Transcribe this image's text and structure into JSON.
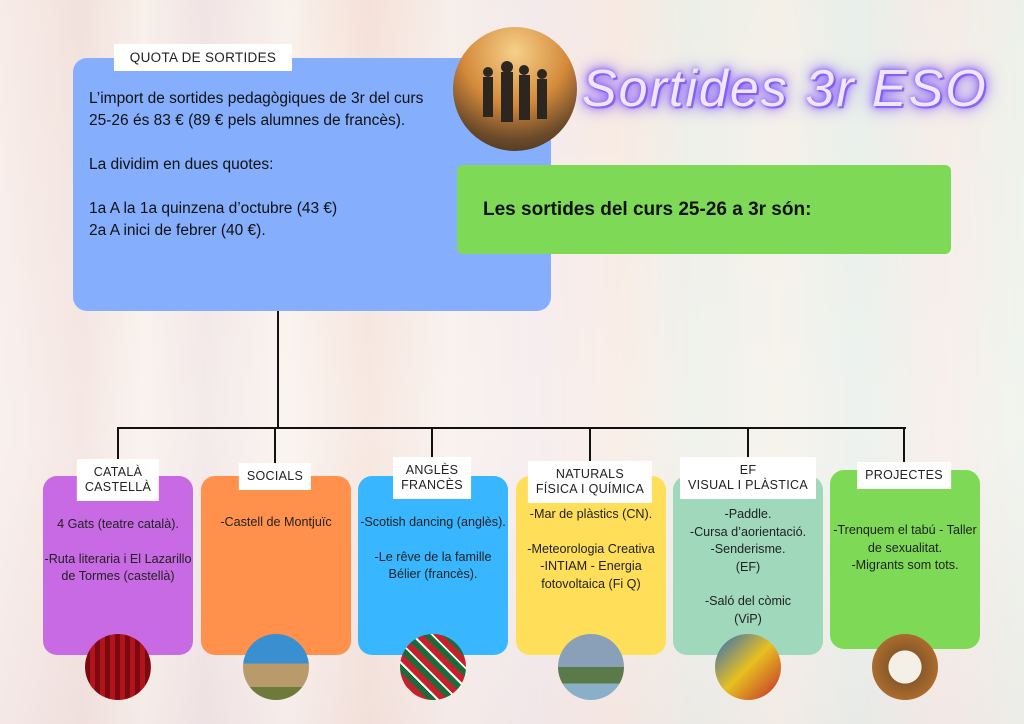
{
  "title": "Sortides 3r ESO",
  "quota": {
    "label": "QUOTA DE SORTIDES",
    "p1": "L’import de sortides pedagògiques de 3r del curs 25-26 és 83 €  (89 € pels alumnes de francès).",
    "p2": "La dividim en dues quotes:",
    "p3a": "1a A la 1a quinzena d’octubre (43 €)",
    "p3b": "2a A inici de febrer (40 €)."
  },
  "headline": "Les sortides del curs 25-26 a 3r són:",
  "colors": {
    "quota": "#85aefc",
    "headline": "#7ed957"
  },
  "cards": [
    {
      "label": "CATALÀ\nCASTELLÀ",
      "color": "#c86ae4",
      "items": [
        "4 Gats (teatre català).",
        "-Ruta literaria i El Lazarillo de Tormes (castellà)"
      ],
      "photo": "theatre-curtain"
    },
    {
      "label": "SOCIALS",
      "color": "#ff914d",
      "items": [
        "-Castell de Montjuïc"
      ],
      "photo": "castle"
    },
    {
      "label": "ANGLÈS\nFRANCÈS",
      "color": "#38b6ff",
      "items": [
        "-Scotish dancing (anglès).",
        "-Le rêve de la famille Bélier (francès)."
      ],
      "photo": "scottish-tartan"
    },
    {
      "label": "NATURALS\nFÍSICA I QUÍMICA",
      "color": "#ffde59",
      "items": [
        "-Mar de plàstics (CN).",
        "-Meteorologia Creativa\n-INTIAM - Energia fotovoltaica (Fi Q)"
      ],
      "photo": "rainbow"
    },
    {
      "label": "EF\nVISUAL I PLÀSTICA",
      "color": "#9fd8bb",
      "items": [
        "-Paddle.\n-Cursa d’aorientació.\n-Senderisme.\n(EF)",
        "-Saló del còmic\n(ViP)"
      ],
      "photo": "comic"
    },
    {
      "label": "PROJECTES",
      "color": "#7ed957",
      "items": [
        "-Trenquem el tabú - Taller de sexualitat.\n-Migrants som tots."
      ],
      "photo": "project-note"
    }
  ]
}
